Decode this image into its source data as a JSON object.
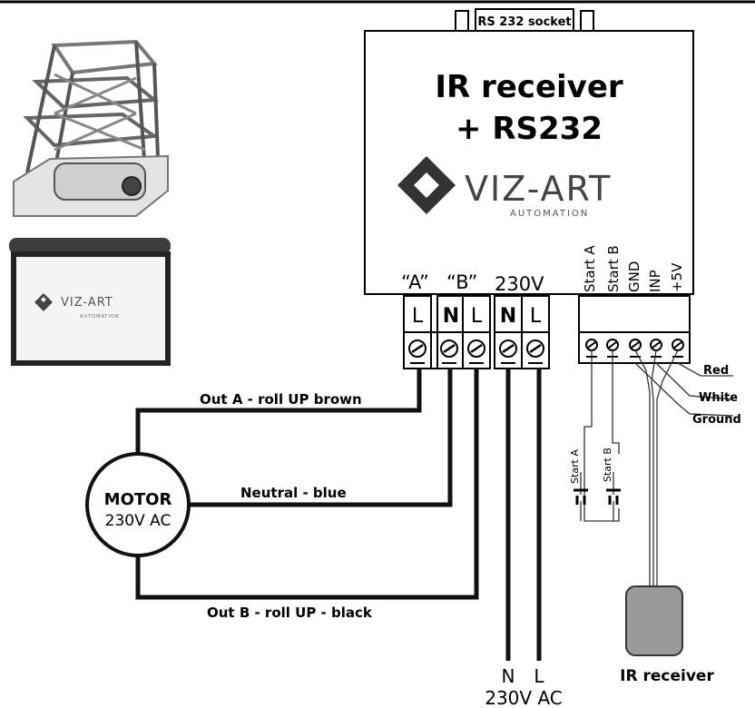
{
  "box": {
    "socket_label": "RS 232 socket",
    "title_line1": "IR receiver",
    "title_line2": "+ RS232",
    "brand": "VIZ-ART",
    "brand_sub": "AUTOMATION"
  },
  "terminals": {
    "group_a": "“A”",
    "group_b": "“B”",
    "group_power": "230V",
    "slots": [
      "L",
      "N",
      "L",
      "N",
      "L"
    ],
    "signals": [
      "Start A",
      "Start B",
      "GND",
      "INP",
      "+5V"
    ]
  },
  "screen_brand": "VIZ-ART",
  "screen_brand_sub": "AUTOMATION",
  "motor": {
    "line1": "MOTOR",
    "line2": "230V AC"
  },
  "wires": {
    "out_a": "Out A - roll UP brown",
    "neutral": "Neutral - blue",
    "out_b": "Out B - roll UP - black"
  },
  "ir_wires": [
    "Red",
    "White",
    "Ground"
  ],
  "switches": [
    "Start A",
    "Start B"
  ],
  "mains": {
    "n": "N",
    "l": "L",
    "voltage": "230V AC"
  },
  "ir_receiver_label": "IR receiver"
}
